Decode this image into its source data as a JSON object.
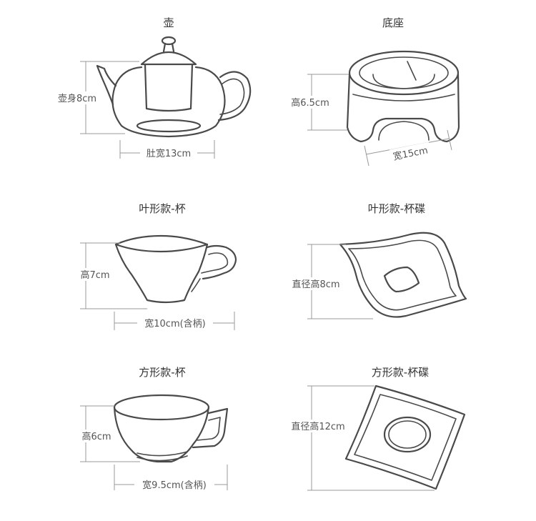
{
  "panels": {
    "teapot": {
      "title": "壶",
      "height": "壶身8cm",
      "width": "肚宽13cm"
    },
    "base": {
      "title": "底座",
      "height": "高6.5cm",
      "width": "宽15cm"
    },
    "leaf_cup": {
      "title": "叶形款-杯",
      "height": "高7cm",
      "width": "宽10cm(含柄)"
    },
    "leaf_saucer": {
      "title": "叶形款-杯碟",
      "diameter": "直径高8cm"
    },
    "square_cup": {
      "title": "方形款-杯",
      "height": "高6cm",
      "width": "宽9.5cm(含柄)"
    },
    "square_saucer": {
      "title": "方形款-杯碟",
      "diameter": "直径高12cm"
    }
  }
}
